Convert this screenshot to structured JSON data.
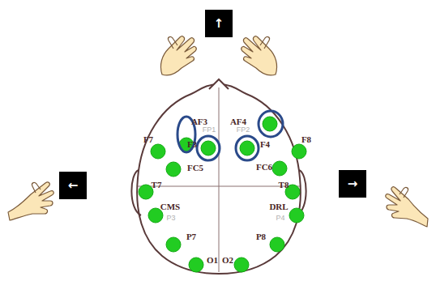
{
  "diagram": {
    "nodes": [
      {
        "text": [
          "↑"
        ]
      },
      {
        "text": [
          "←"
        ]
      },
      {
        "text": [
          "→"
        ]
      }
    ],
    "labels": [
      "AF3",
      "AF4",
      "FP1",
      "FP2",
      "F7",
      "F3",
      "F4",
      "F8",
      "FC5",
      "FC6",
      "T7",
      "T8",
      "CMS",
      "DRL",
      "P3",
      "P4",
      "P7",
      "P8",
      "O1",
      "O2"
    ]
  }
}
